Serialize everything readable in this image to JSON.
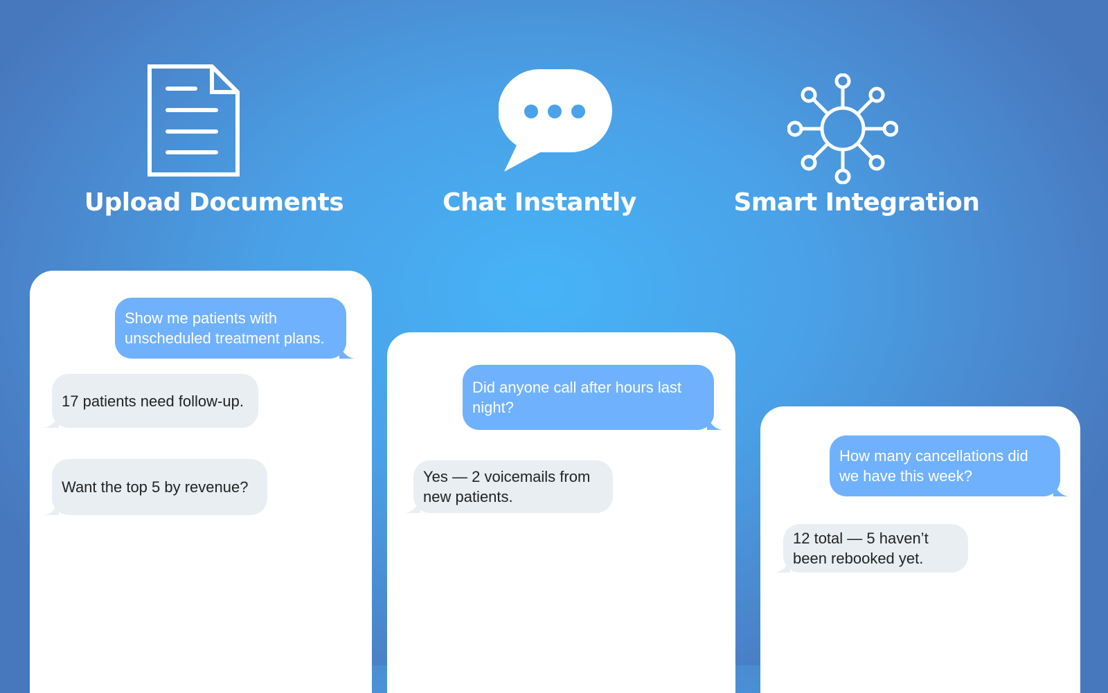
{
  "features": [
    {
      "title": "Upload Documents",
      "icon": "document-icon"
    },
    {
      "title": "Chat Instantly",
      "icon": "chat-bubble-icon"
    },
    {
      "title": "Smart Integration",
      "icon": "network-hub-icon"
    }
  ],
  "cards": [
    {
      "messages": [
        {
          "role": "user",
          "text": "Show me patients with unscheduled treatment plans."
        },
        {
          "role": "assistant",
          "text": "17 patients need follow-up."
        },
        {
          "role": "assistant",
          "text": "Want the top 5 by revenue?"
        }
      ]
    },
    {
      "messages": [
        {
          "role": "user",
          "text": "Did anyone call after hours last night?"
        },
        {
          "role": "assistant",
          "text": "Yes — 2 voicemails from new patients."
        }
      ]
    },
    {
      "messages": [
        {
          "role": "user",
          "text": "How many cancellations did we have this week?"
        },
        {
          "role": "assistant",
          "text": "12 total — 5 haven’t been rebooked yet."
        }
      ]
    }
  ],
  "colors": {
    "user_bubble": "#70b1fd",
    "bot_bubble": "#e8eef2",
    "accent": "#47b3f7"
  }
}
